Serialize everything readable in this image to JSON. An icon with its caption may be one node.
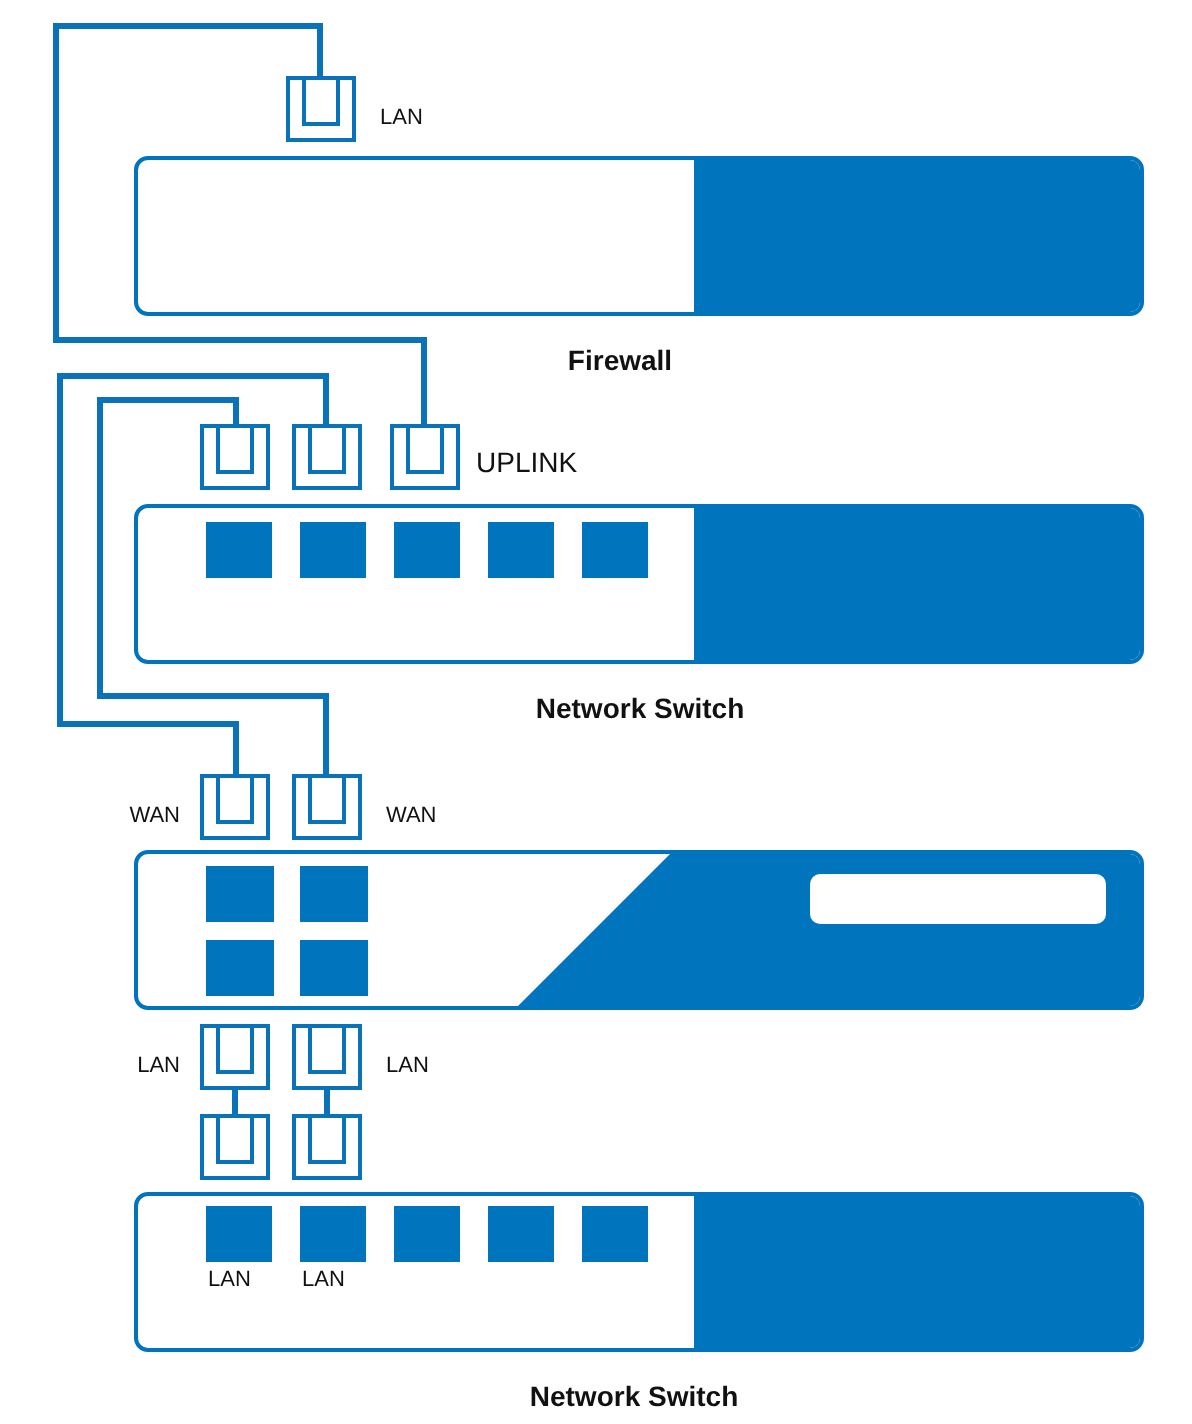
{
  "diagram": {
    "nodes": [
      {
        "text": [
          "Firewall"
        ]
      },
      {
        "text": [
          "LAN"
        ]
      },
      {
        "text": [
          "Network Switch"
        ]
      },
      {
        "text": [],
        "shape": "box"
      },
      {
        "text": [],
        "shape": "box"
      },
      {
        "text": [
          "UPLINK"
        ]
      },
      {
        "text": [],
        "shape": "box"
      },
      {
        "text": [
          "WAN"
        ]
      },
      {
        "text": [
          "WAN"
        ]
      },
      {
        "text": [
          "LAN"
        ]
      },
      {
        "text": [
          "LAN"
        ]
      },
      {
        "text": [
          "Network Switch"
        ]
      },
      {
        "text": [],
        "shape": "box"
      },
      {
        "text": [],
        "shape": "box"
      }
    ],
    "edges": [
      {
        "from": 1,
        "to": 5,
        "arrow": "none"
      },
      {
        "from": 4,
        "to": 7,
        "arrow": "none"
      },
      {
        "from": 3,
        "to": 8,
        "arrow": "none"
      },
      {
        "from": 9,
        "to": 12,
        "arrow": "none"
      },
      {
        "from": 10,
        "to": 13,
        "arrow": "none"
      }
    ],
    "labels": [
      "LAN",
      "LAN"
    ]
  }
}
